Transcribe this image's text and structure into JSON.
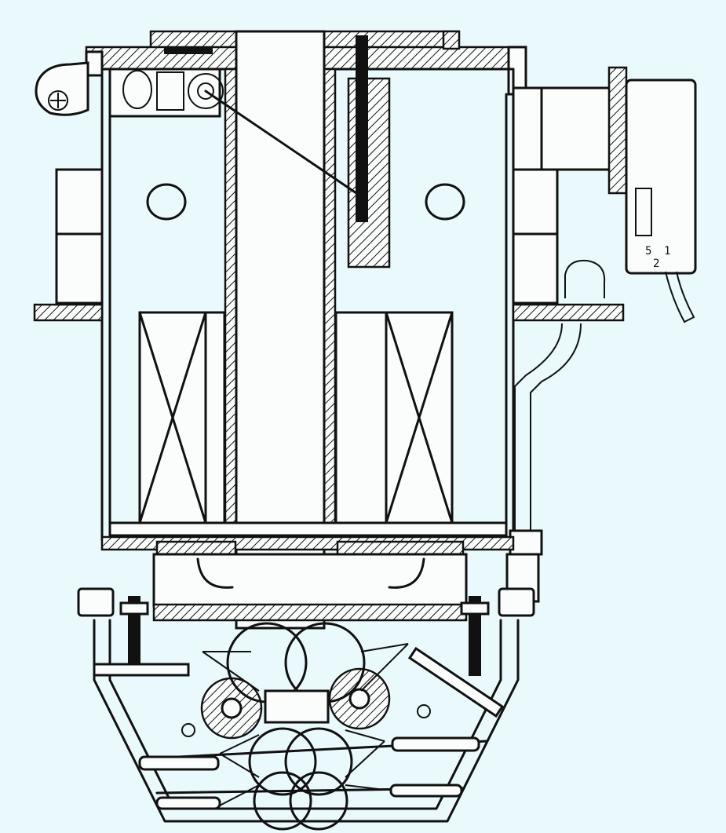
{
  "diagram": {
    "terminal_box": {
      "labels": [
        "5",
        "1",
        "2"
      ]
    }
  }
}
